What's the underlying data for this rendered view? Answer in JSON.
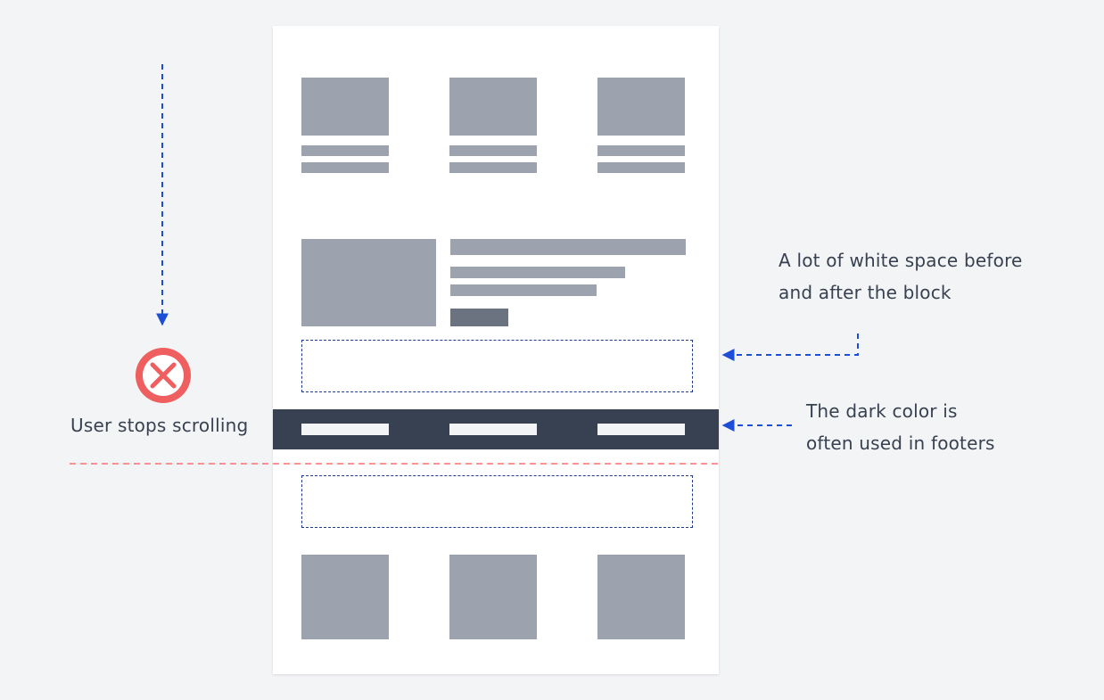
{
  "annotations": {
    "whitespace_note": [
      "A lot of white space before",
      "and after the block"
    ],
    "dark_color_note": [
      "The dark color is",
      "often used in footers"
    ],
    "stops_scrolling": "User stops scrolling"
  },
  "icons": {
    "stop": "x-circle-icon"
  },
  "colors": {
    "background": "#f3f4f6",
    "page": "#ffffff",
    "placeholder": "#9ca3af",
    "placeholder_dark": "#6b7280",
    "footer": "#374151",
    "arrow": "#1d4ed8",
    "stop_red": "#ef5f5f"
  }
}
